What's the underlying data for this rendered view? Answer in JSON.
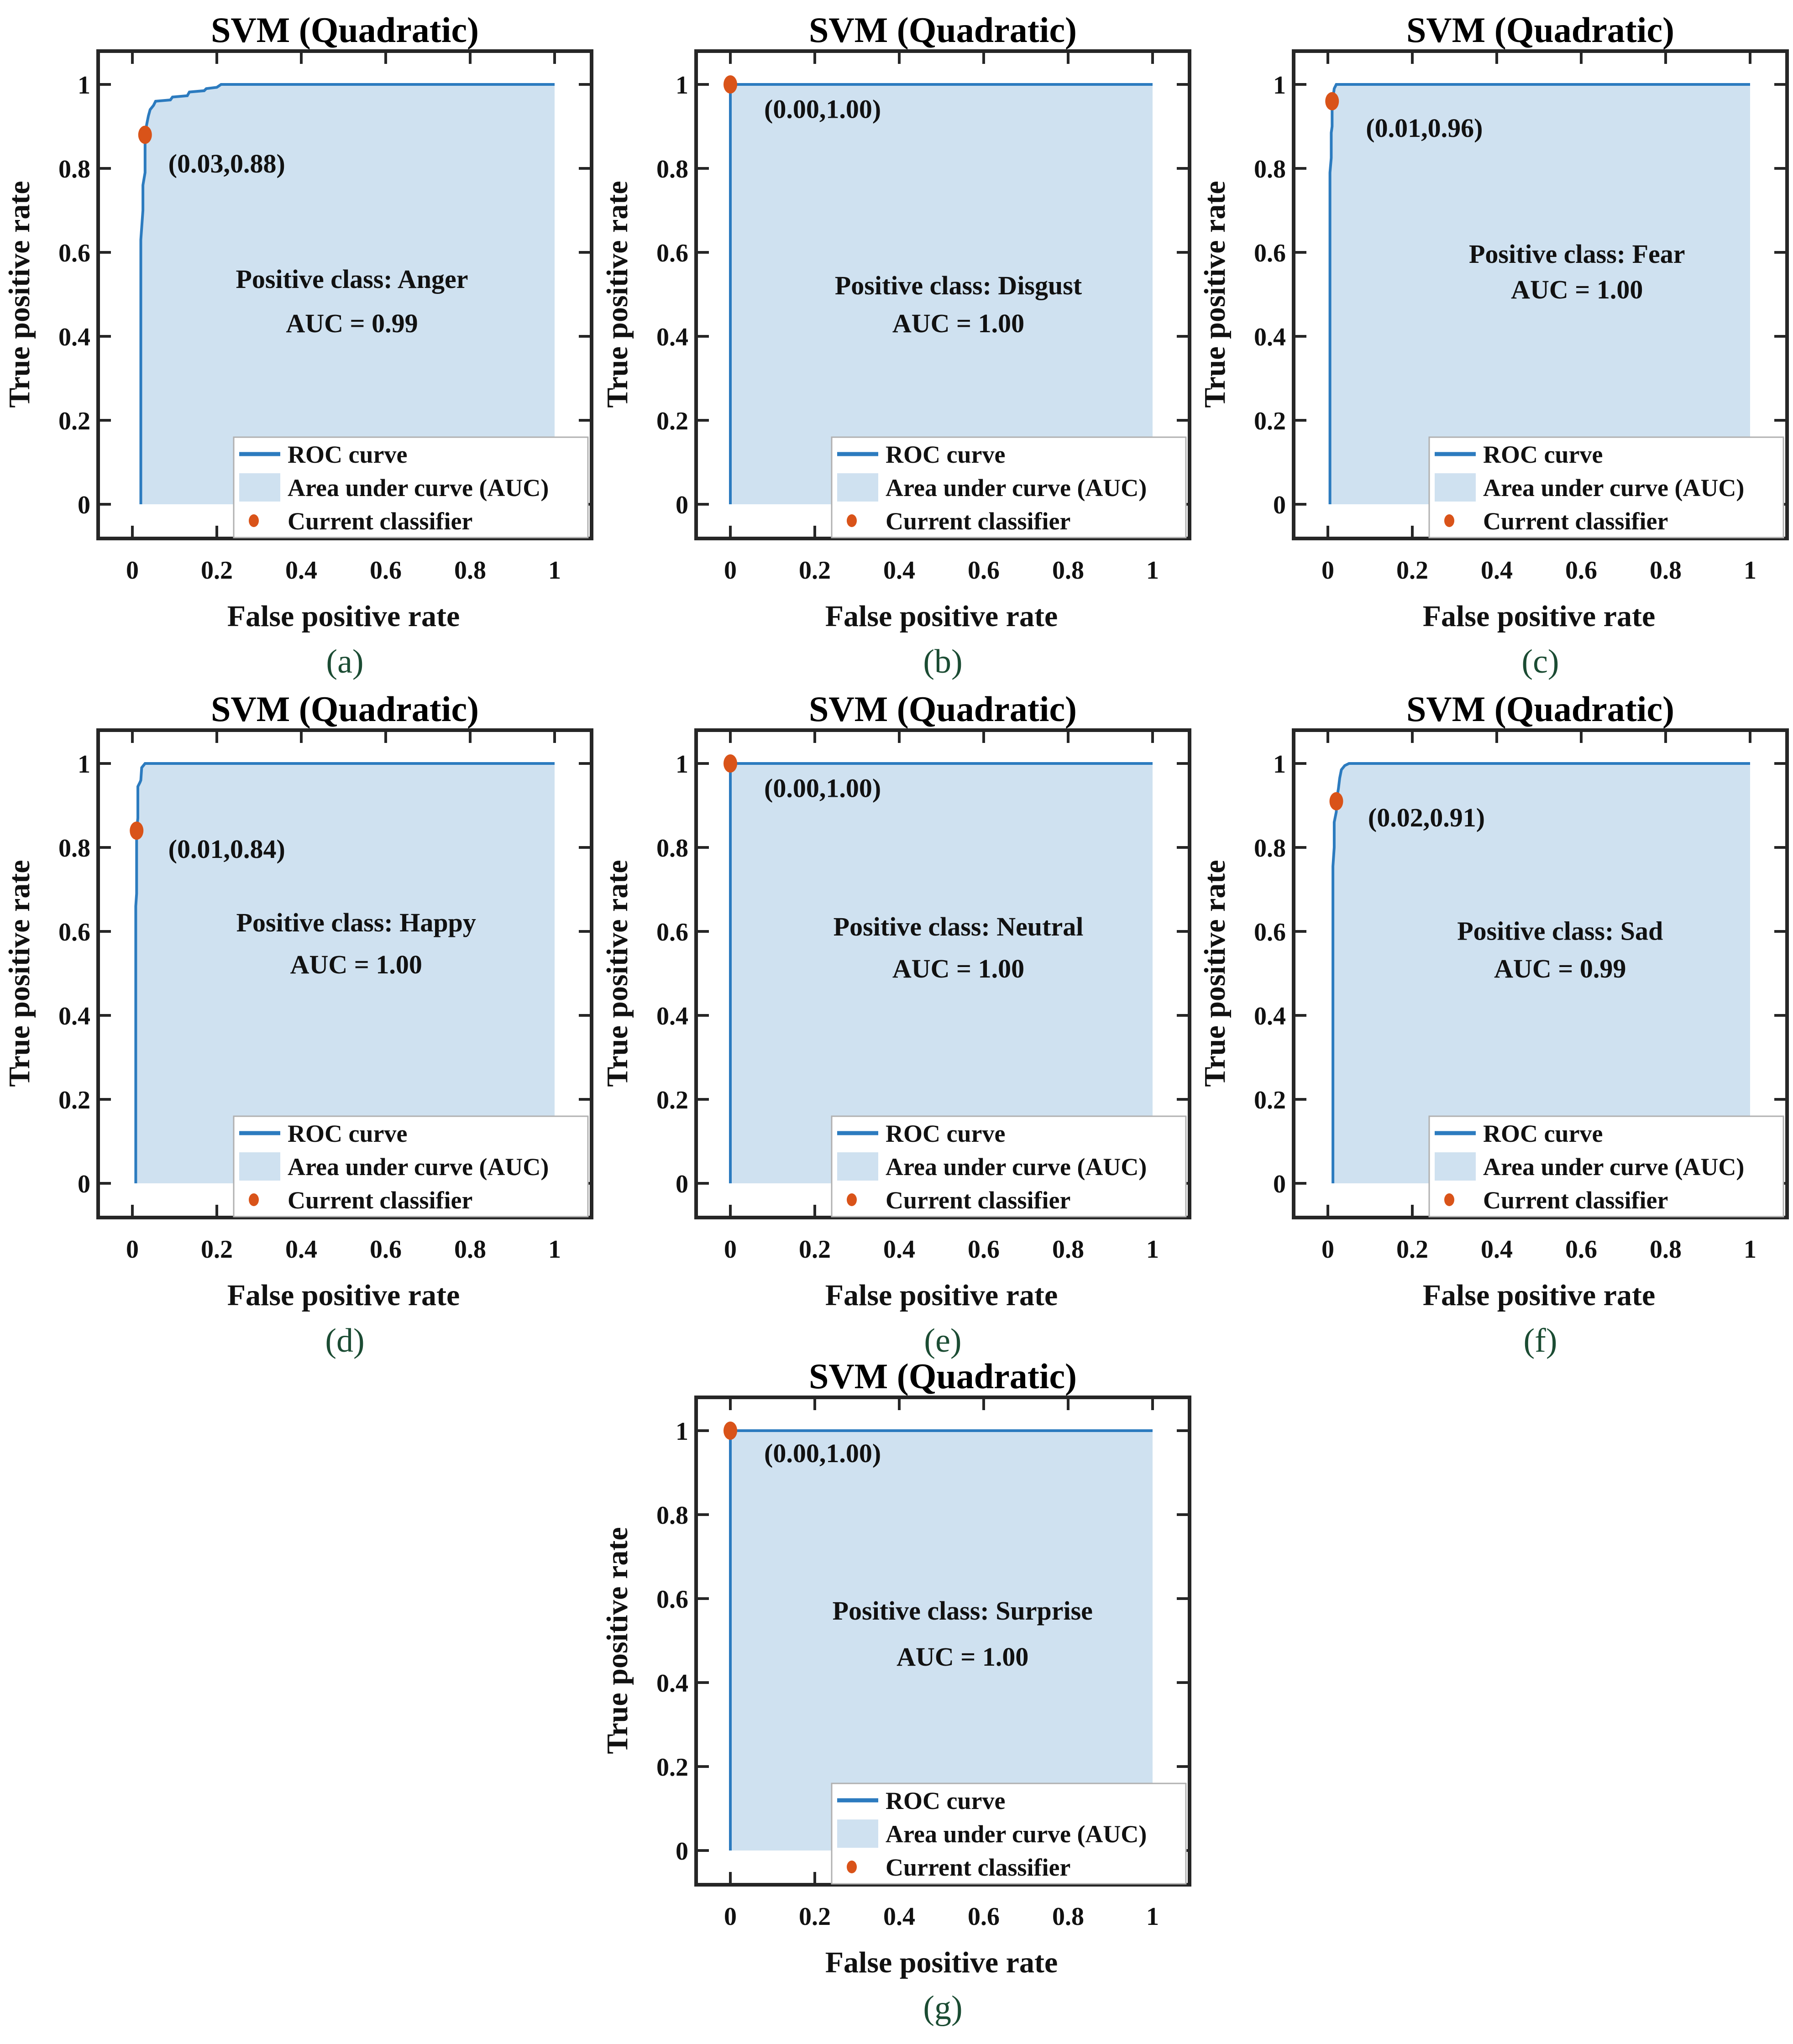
{
  "figure": {
    "description_title": "SVM (Quadratic) ROC curves per emotion class"
  },
  "colors": {
    "roc_curve": "#2c7bbf",
    "auc_fill": "#cfe1f0",
    "marker": "#d95319",
    "axis": "#262626",
    "text": "#111111",
    "panel_label": "#1b4c33",
    "legend_border": "#b0b0b0",
    "legend_bg": "#ffffff"
  },
  "legend": {
    "items": [
      {
        "type": "line",
        "label": "ROC curve"
      },
      {
        "type": "patch",
        "label": "Area under curve (AUC)"
      },
      {
        "type": "marker",
        "label": "Current classifier"
      }
    ]
  },
  "chart_data": [
    {
      "type": "line",
      "panel": "a",
      "panel_label": "(a)",
      "title": "SVM (Quadratic)",
      "xlabel": "False positive rate",
      "ylabel": "True positive rate",
      "xticks": [
        0,
        0.2,
        0.4,
        0.6,
        0.8,
        1
      ],
      "yticks": [
        0,
        0.2,
        0.4,
        0.6,
        0.8,
        1
      ],
      "xlim": [
        -0.08,
        1.09
      ],
      "ylim": [
        -0.09,
        1.13
      ],
      "grid": false,
      "legend_position": "south-inside",
      "positive_class": "Anger",
      "auc": 0.99,
      "center_line1": "Positive class: Anger",
      "center_line2": "AUC = 0.99",
      "operating_point": {
        "fpr": 0.03,
        "tpr": 0.88,
        "label": "(0.03,0.88)"
      },
      "roc_points": [
        [
          0.02,
          0
        ],
        [
          0.02,
          0.63
        ],
        [
          0.025,
          0.7
        ],
        [
          0.025,
          0.76
        ],
        [
          0.03,
          0.79
        ],
        [
          0.03,
          0.88
        ],
        [
          0.034,
          0.905
        ],
        [
          0.038,
          0.925
        ],
        [
          0.042,
          0.94
        ],
        [
          0.05,
          0.95
        ],
        [
          0.055,
          0.96
        ],
        [
          0.09,
          0.963
        ],
        [
          0.095,
          0.97
        ],
        [
          0.13,
          0.973
        ],
        [
          0.135,
          0.982
        ],
        [
          0.17,
          0.985
        ],
        [
          0.175,
          0.99
        ],
        [
          0.2,
          0.993
        ],
        [
          0.21,
          1
        ],
        [
          1,
          1
        ]
      ],
      "layout": {
        "center_x": 0.52,
        "center_y1": 0.515,
        "center_y2": 0.41,
        "op_label_x": 0.085,
        "op_label_y": 0.79
      }
    },
    {
      "type": "line",
      "panel": "b",
      "panel_label": "(b)",
      "title": "SVM (Quadratic)",
      "xlabel": "False positive rate",
      "ylabel": "True positive rate",
      "xticks": [
        0,
        0.2,
        0.4,
        0.6,
        0.8,
        1
      ],
      "yticks": [
        0,
        0.2,
        0.4,
        0.6,
        0.8,
        1
      ],
      "xlim": [
        -0.08,
        1.09
      ],
      "ylim": [
        -0.09,
        1.13
      ],
      "grid": false,
      "legend_position": "south-inside",
      "positive_class": "Disgust",
      "auc": 1.0,
      "center_line1": "Positive class: Disgust",
      "center_line2": "AUC = 1.00",
      "operating_point": {
        "fpr": 0.0,
        "tpr": 1.0,
        "label": "(0.00,1.00)"
      },
      "roc_points": [
        [
          0,
          0
        ],
        [
          0,
          1
        ],
        [
          1,
          1
        ]
      ],
      "layout": {
        "center_x": 0.54,
        "center_y1": 0.5,
        "center_y2": 0.41,
        "op_label_x": 0.08,
        "op_label_y": 0.92
      }
    },
    {
      "type": "line",
      "panel": "c",
      "panel_label": "(c)",
      "title": "SVM (Quadratic)",
      "xlabel": "False positive rate",
      "ylabel": "True positive rate",
      "xticks": [
        0,
        0.2,
        0.4,
        0.6,
        0.8,
        1
      ],
      "yticks": [
        0,
        0.2,
        0.4,
        0.6,
        0.8,
        1
      ],
      "xlim": [
        -0.08,
        1.09
      ],
      "ylim": [
        -0.09,
        1.13
      ],
      "grid": false,
      "legend_position": "south-inside",
      "positive_class": "Fear",
      "auc": 1.0,
      "center_line1": "Positive class: Fear",
      "center_line2": "AUC = 1.00",
      "operating_point": {
        "fpr": 0.01,
        "tpr": 0.96,
        "label": "(0.01,0.96)"
      },
      "roc_points": [
        [
          0.005,
          0
        ],
        [
          0.005,
          0.79
        ],
        [
          0.008,
          0.825
        ],
        [
          0.008,
          0.885
        ],
        [
          0.01,
          0.9
        ],
        [
          0.01,
          0.96
        ],
        [
          0.013,
          0.975
        ],
        [
          0.015,
          0.99
        ],
        [
          0.02,
          1
        ],
        [
          1,
          1
        ]
      ],
      "layout": {
        "center_x": 0.59,
        "center_y1": 0.575,
        "center_y2": 0.49,
        "op_label_x": 0.09,
        "op_label_y": 0.875
      }
    },
    {
      "type": "line",
      "panel": "d",
      "panel_label": "(d)",
      "title": "SVM (Quadratic)",
      "xlabel": "False positive rate",
      "ylabel": "True positive rate",
      "xticks": [
        0,
        0.2,
        0.4,
        0.6,
        0.8,
        1
      ],
      "yticks": [
        0,
        0.2,
        0.4,
        0.6,
        0.8,
        1
      ],
      "xlim": [
        -0.08,
        1.09
      ],
      "ylim": [
        -0.09,
        1.13
      ],
      "grid": false,
      "legend_position": "south-inside",
      "positive_class": "Happy",
      "auc": 1.0,
      "center_line1": "Positive class: Happy",
      "center_line2": "AUC = 1.00",
      "operating_point": {
        "fpr": 0.01,
        "tpr": 0.84,
        "label": "(0.01,0.84)"
      },
      "roc_points": [
        [
          0.008,
          0
        ],
        [
          0.008,
          0.66
        ],
        [
          0.01,
          0.69
        ],
        [
          0.01,
          0.84
        ],
        [
          0.013,
          0.87
        ],
        [
          0.013,
          0.945
        ],
        [
          0.018,
          0.955
        ],
        [
          0.02,
          0.96
        ],
        [
          0.022,
          0.99
        ],
        [
          0.03,
          1
        ],
        [
          1,
          1
        ]
      ],
      "layout": {
        "center_x": 0.53,
        "center_y1": 0.6,
        "center_y2": 0.5,
        "op_label_x": 0.085,
        "op_label_y": 0.775
      }
    },
    {
      "type": "line",
      "panel": "e",
      "panel_label": "(e)",
      "title": "SVM (Quadratic)",
      "xlabel": "False positive rate",
      "ylabel": "True positive rate",
      "xticks": [
        0,
        0.2,
        0.4,
        0.6,
        0.8,
        1
      ],
      "yticks": [
        0,
        0.2,
        0.4,
        0.6,
        0.8,
        1
      ],
      "xlim": [
        -0.08,
        1.09
      ],
      "ylim": [
        -0.09,
        1.13
      ],
      "grid": false,
      "legend_position": "south-inside",
      "positive_class": "Neutral",
      "auc": 1.0,
      "center_line1": "Positive class: Neutral",
      "center_line2": "AUC = 1.00",
      "operating_point": {
        "fpr": 0.0,
        "tpr": 1.0,
        "label": "(0.00,1.00)"
      },
      "roc_points": [
        [
          0,
          0
        ],
        [
          0,
          1
        ],
        [
          1,
          1
        ]
      ],
      "layout": {
        "center_x": 0.54,
        "center_y1": 0.59,
        "center_y2": 0.49,
        "op_label_x": 0.08,
        "op_label_y": 0.92
      }
    },
    {
      "type": "line",
      "panel": "f",
      "panel_label": "(f)",
      "title": "SVM (Quadratic)",
      "xlabel": "False positive rate",
      "ylabel": "True positive rate",
      "xticks": [
        0,
        0.2,
        0.4,
        0.6,
        0.8,
        1
      ],
      "yticks": [
        0,
        0.2,
        0.4,
        0.6,
        0.8,
        1
      ],
      "xlim": [
        -0.08,
        1.09
      ],
      "ylim": [
        -0.09,
        1.13
      ],
      "grid": false,
      "legend_position": "south-inside",
      "positive_class": "Sad",
      "auc": 0.99,
      "center_line1": "Positive class: Sad",
      "center_line2": "AUC = 0.99",
      "operating_point": {
        "fpr": 0.02,
        "tpr": 0.91,
        "label": "(0.02,0.91)"
      },
      "roc_points": [
        [
          0.012,
          0
        ],
        [
          0.012,
          0.755
        ],
        [
          0.015,
          0.8
        ],
        [
          0.015,
          0.86
        ],
        [
          0.02,
          0.885
        ],
        [
          0.02,
          0.91
        ],
        [
          0.025,
          0.94
        ],
        [
          0.028,
          0.965
        ],
        [
          0.032,
          0.985
        ],
        [
          0.04,
          0.995
        ],
        [
          0.05,
          1
        ],
        [
          1,
          1
        ]
      ],
      "layout": {
        "center_x": 0.55,
        "center_y1": 0.58,
        "center_y2": 0.49,
        "op_label_x": 0.095,
        "op_label_y": 0.85
      }
    },
    {
      "type": "line",
      "panel": "g",
      "panel_label": "(g)",
      "title": "SVM (Quadratic)",
      "xlabel": "False positive rate",
      "ylabel": "True positive rate",
      "xticks": [
        0,
        0.2,
        0.4,
        0.6,
        0.8,
        1
      ],
      "yticks": [
        0,
        0.2,
        0.4,
        0.6,
        0.8,
        1
      ],
      "xlim": [
        -0.08,
        1.09
      ],
      "ylim": [
        -0.09,
        1.13
      ],
      "grid": false,
      "legend_position": "south-inside",
      "positive_class": "Surprise",
      "auc": 1.0,
      "center_line1": "Positive class: Surprise",
      "center_line2": "AUC = 1.00",
      "operating_point": {
        "fpr": 0.0,
        "tpr": 1.0,
        "label": "(0.00,1.00)"
      },
      "roc_points": [
        [
          0,
          0
        ],
        [
          0,
          1
        ],
        [
          1,
          1
        ]
      ],
      "layout": {
        "center_x": 0.55,
        "center_y1": 0.55,
        "center_y2": 0.44,
        "op_label_x": 0.08,
        "op_label_y": 0.925
      }
    }
  ]
}
